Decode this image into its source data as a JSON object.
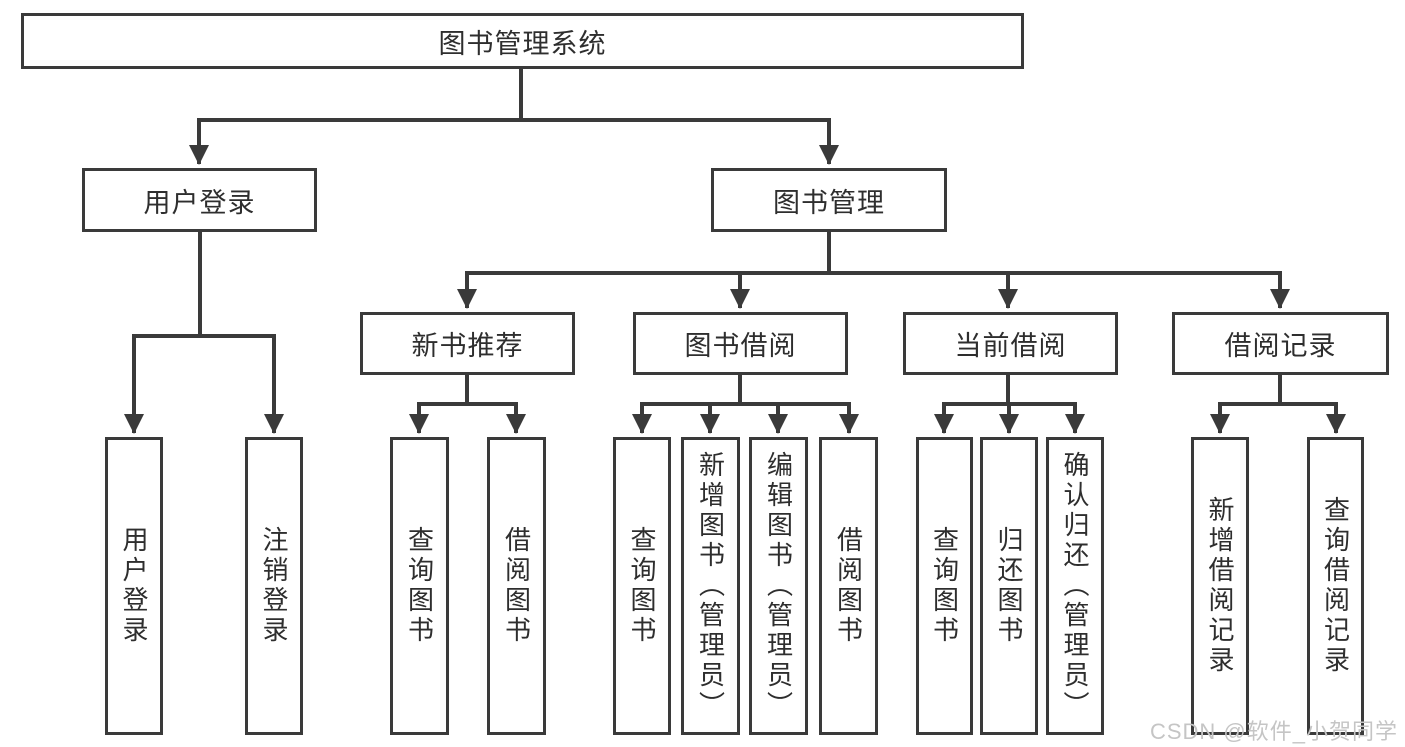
{
  "tree": {
    "root": {
      "label": "图书管理系统"
    },
    "children": [
      {
        "label": "用户登录",
        "children": [
          {
            "label": "用户登录"
          },
          {
            "label": "注销登录"
          }
        ]
      },
      {
        "label": "图书管理",
        "children": [
          {
            "label": "新书推荐",
            "children": [
              {
                "label": "查询图书"
              },
              {
                "label": "借阅图书"
              }
            ]
          },
          {
            "label": "图书借阅",
            "children": [
              {
                "label": "查询图书"
              },
              {
                "label": "新增图书（管理员）"
              },
              {
                "label": "编辑图书（管理员）"
              },
              {
                "label": "借阅图书"
              }
            ]
          },
          {
            "label": "当前借阅",
            "children": [
              {
                "label": "查询图书"
              },
              {
                "label": "归还图书"
              },
              {
                "label": "确认归还（管理员）"
              }
            ]
          },
          {
            "label": "借阅记录",
            "children": [
              {
                "label": "新增借阅记录"
              },
              {
                "label": "查询借阅记录"
              }
            ]
          }
        ]
      }
    ]
  },
  "watermark": {
    "text": "CSDN @软件_小贺同学"
  },
  "colors": {
    "line": "#3a3a3a",
    "text": "#2e2e2e",
    "watermark": "#c5c5c5",
    "background": "#ffffff"
  }
}
